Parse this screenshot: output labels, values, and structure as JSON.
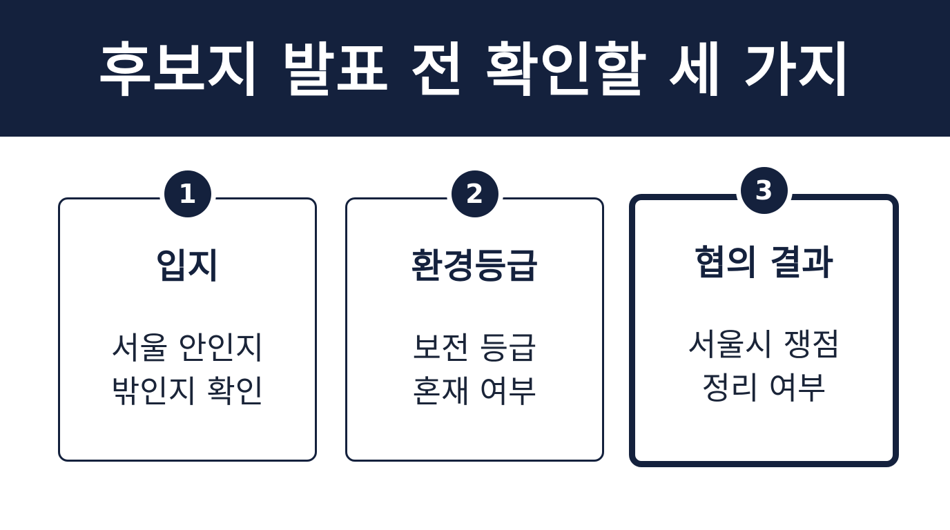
{
  "header": {
    "title": "후보지 발표 전 확인할 세 가지"
  },
  "colors": {
    "navy": "#14213d",
    "background": "#ffffff",
    "text": "#1a2438"
  },
  "cards": [
    {
      "number": "1",
      "title": "입지",
      "lines": [
        "서울 안인지",
        "밖인지 확인"
      ]
    },
    {
      "number": "2",
      "title": "환경등급",
      "lines": [
        "보전 등급",
        "혼재 여부"
      ]
    },
    {
      "number": "3",
      "title": "협의 결과",
      "lines": [
        "서울시 쟁점",
        "정리 여부"
      ]
    }
  ]
}
